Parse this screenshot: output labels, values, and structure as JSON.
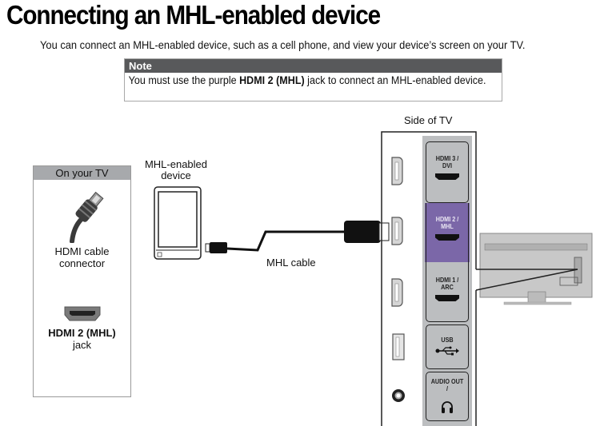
{
  "page": {
    "title": "Connecting an MHL-enabled device",
    "intro": "You can connect an MHL-enabled device, such as a cell phone, and view your device’s screen on your TV."
  },
  "note": {
    "header": "Note",
    "text_before": "You must use the purple ",
    "text_bold": "HDMI 2 (MHL)",
    "text_after": " jack to connect an MHL-enabled device."
  },
  "legend_panel": {
    "header": "On your TV",
    "connector_label_line1": "HDMI cable",
    "connector_label_line2": "connector",
    "connector_icon": "hdmi-cable-connector-icon",
    "jack_label_bold": "HDMI 2 (MHL)",
    "jack_label_line2": "jack",
    "jack_icon": "hdmi-jack-icon"
  },
  "diagram": {
    "device_label_line1": "MHL-enabled",
    "device_label_line2": "device",
    "cable_label": "MHL cable",
    "side_label": "Side of TV",
    "ports": [
      {
        "line1": "HDMI 3 /",
        "line2": "DVI",
        "icon": "hdmi-slot-icon",
        "highlight": false
      },
      {
        "line1": "HDMI 2 /",
        "line2": "MHL",
        "icon": "hdmi-slot-icon",
        "highlight": true
      },
      {
        "line1": "HDMI 1 /",
        "line2": "ARC",
        "icon": "hdmi-slot-icon",
        "highlight": false
      },
      {
        "line1": "USB",
        "line2": "",
        "icon": "usb-icon",
        "highlight": false
      },
      {
        "line1": "AUDIO OUT /",
        "line2": "",
        "icon": "headphones-icon",
        "highlight": false
      }
    ],
    "colors": {
      "mhl_purple": "#7b67a8",
      "panel_gray": "#bcbec0",
      "note_header": "#58595b",
      "legend_header": "#a7a9ac"
    }
  }
}
